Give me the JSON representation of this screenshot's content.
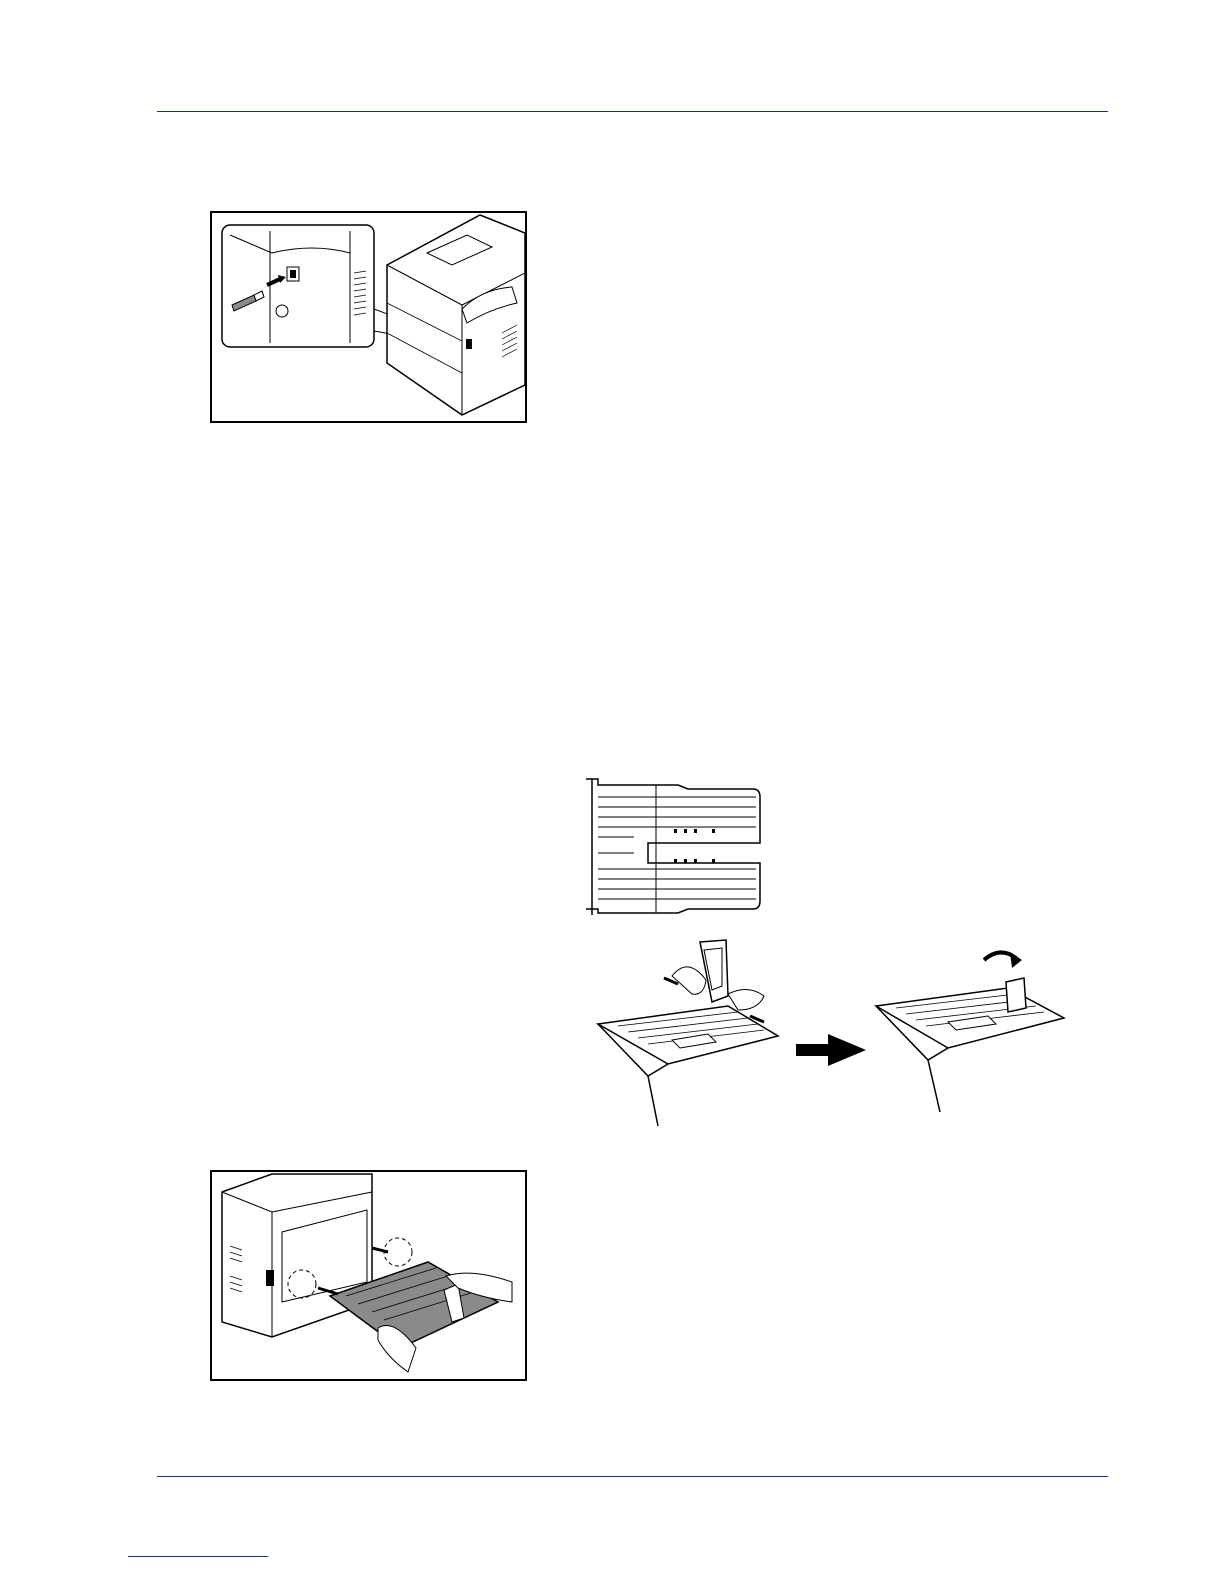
{
  "page": {
    "header_rule": "",
    "footer_rule": ""
  },
  "figures": [
    {
      "id": "usb",
      "icon": "usb-memory-insert-illustration"
    },
    {
      "id": "tray-top",
      "icon": "output-tray-top-view-illustration"
    },
    {
      "id": "tray-steps",
      "icon": "output-tray-stopper-steps-illustration"
    },
    {
      "id": "rear",
      "icon": "rear-output-tray-attach-illustration"
    }
  ],
  "colors": {
    "rule": "#1f2f7a",
    "line": "#000000",
    "shade": "#8a8a8a"
  }
}
